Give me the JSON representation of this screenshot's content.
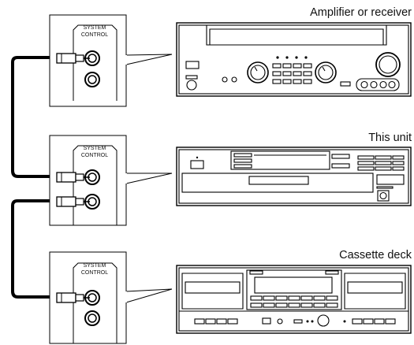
{
  "labels": {
    "amplifier": "Amplifier or receiver",
    "this_unit": "This unit",
    "cassette": "Cassette deck",
    "system_control_line1": "SYSTEM",
    "system_control_line2": "CONTROL"
  },
  "colors": {
    "line": "#000000",
    "cable": "#000000",
    "background": "#ffffff"
  }
}
